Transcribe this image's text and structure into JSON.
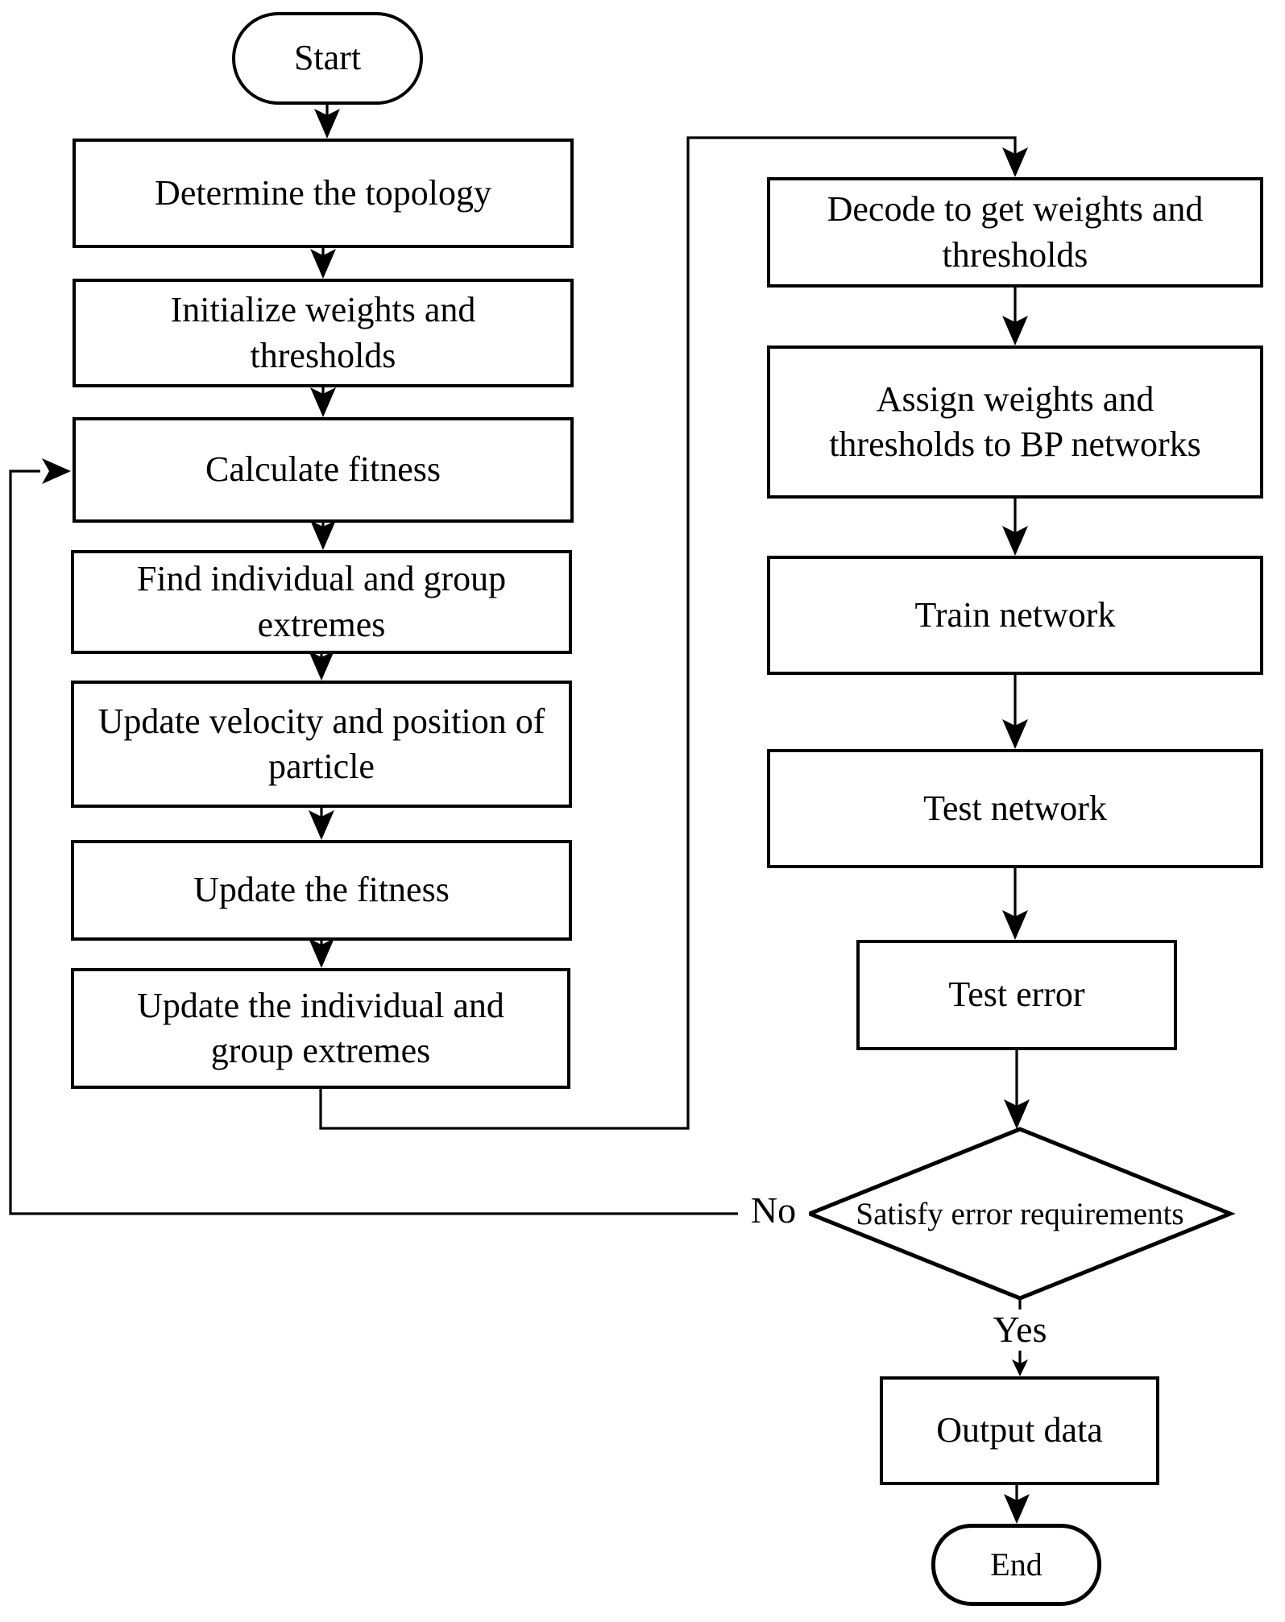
{
  "flowchart": {
    "type": "flowchart",
    "colors": {
      "stroke": "#000000",
      "fill": "#ffffff",
      "text": "#000000"
    },
    "nodes": {
      "start": {
        "label": "Start",
        "shape": "terminator"
      },
      "determine_topology": {
        "label": "Determine the topology",
        "shape": "process"
      },
      "initialize_weights": {
        "label": "Initialize weights and thresholds",
        "shape": "process"
      },
      "calculate_fitness": {
        "label": "Calculate fitness",
        "shape": "process"
      },
      "find_extremes": {
        "label": "Find individual and group extremes",
        "shape": "process"
      },
      "update_velocity": {
        "label": "Update velocity and position of particle",
        "shape": "process"
      },
      "update_fitness": {
        "label": "Update the fitness",
        "shape": "process"
      },
      "update_extremes": {
        "label": "Update the individual and group extremes",
        "shape": "process"
      },
      "decode": {
        "label": "Decode to get weights and thresholds",
        "shape": "process"
      },
      "assign": {
        "label": "Assign weights and thresholds to BP networks",
        "shape": "process"
      },
      "train": {
        "label": "Train network",
        "shape": "process"
      },
      "test_network": {
        "label": "Test network",
        "shape": "process"
      },
      "test_error": {
        "label": "Test error",
        "shape": "process"
      },
      "decision": {
        "label": "Satisfy error requirements",
        "shape": "decision"
      },
      "output_data": {
        "label": "Output data",
        "shape": "process"
      },
      "end": {
        "label": "End",
        "shape": "terminator"
      }
    },
    "edge_labels": {
      "no": "No",
      "yes": "Yes"
    },
    "edges": [
      {
        "from": "start",
        "to": "determine_topology"
      },
      {
        "from": "determine_topology",
        "to": "initialize_weights"
      },
      {
        "from": "initialize_weights",
        "to": "calculate_fitness"
      },
      {
        "from": "calculate_fitness",
        "to": "find_extremes"
      },
      {
        "from": "find_extremes",
        "to": "update_velocity"
      },
      {
        "from": "update_velocity",
        "to": "update_fitness"
      },
      {
        "from": "update_fitness",
        "to": "update_extremes"
      },
      {
        "from": "update_extremes",
        "to": "decode"
      },
      {
        "from": "decode",
        "to": "assign"
      },
      {
        "from": "assign",
        "to": "train"
      },
      {
        "from": "train",
        "to": "test_network"
      },
      {
        "from": "test_network",
        "to": "test_error"
      },
      {
        "from": "test_error",
        "to": "decision"
      },
      {
        "from": "decision",
        "to": "calculate_fitness",
        "label": "No"
      },
      {
        "from": "decision",
        "to": "output_data",
        "label": "Yes"
      },
      {
        "from": "output_data",
        "to": "end"
      }
    ]
  }
}
